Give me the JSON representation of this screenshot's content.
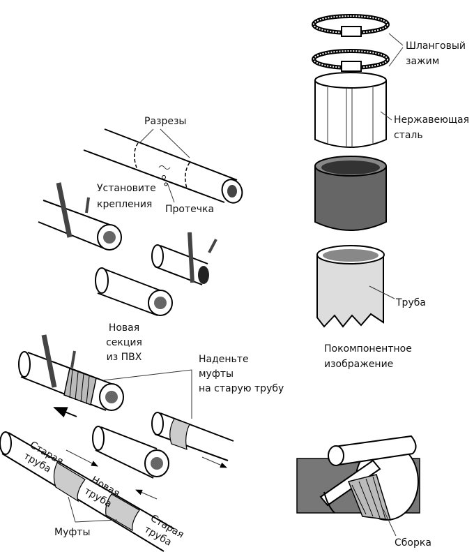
{
  "labels": {
    "cuts": "Разрезы",
    "install_1": "Установите",
    "install_2": "крепления",
    "leak": "Протечка",
    "new_section_1": "Новая",
    "new_section_2": "секция",
    "new_section_3": "из ПВХ",
    "put_on_1": "Наденьте",
    "put_on_2": "муфты",
    "put_on_3": "на старую трубу",
    "old_pipe_1a": "Старая",
    "old_pipe_1b": "труба",
    "new_pipe_a": "Новая",
    "new_pipe_b": "труба",
    "old_pipe_2a": "Старая",
    "old_pipe_2b": "труба",
    "couplings": "Муфты",
    "hose_clamp_1": "Шланговый",
    "hose_clamp_2": "зажим",
    "stainless_1": "Нержавеющая",
    "stainless_2": "сталь",
    "pipe": "Труба",
    "exploded_1": "Покомпонентное",
    "exploded_2": "изображение",
    "assembly": "Сборка"
  },
  "colors": {
    "dark": "#555555",
    "rubber": "#666666",
    "band": "#cccccc",
    "pipe_fill": "#dddddd"
  }
}
